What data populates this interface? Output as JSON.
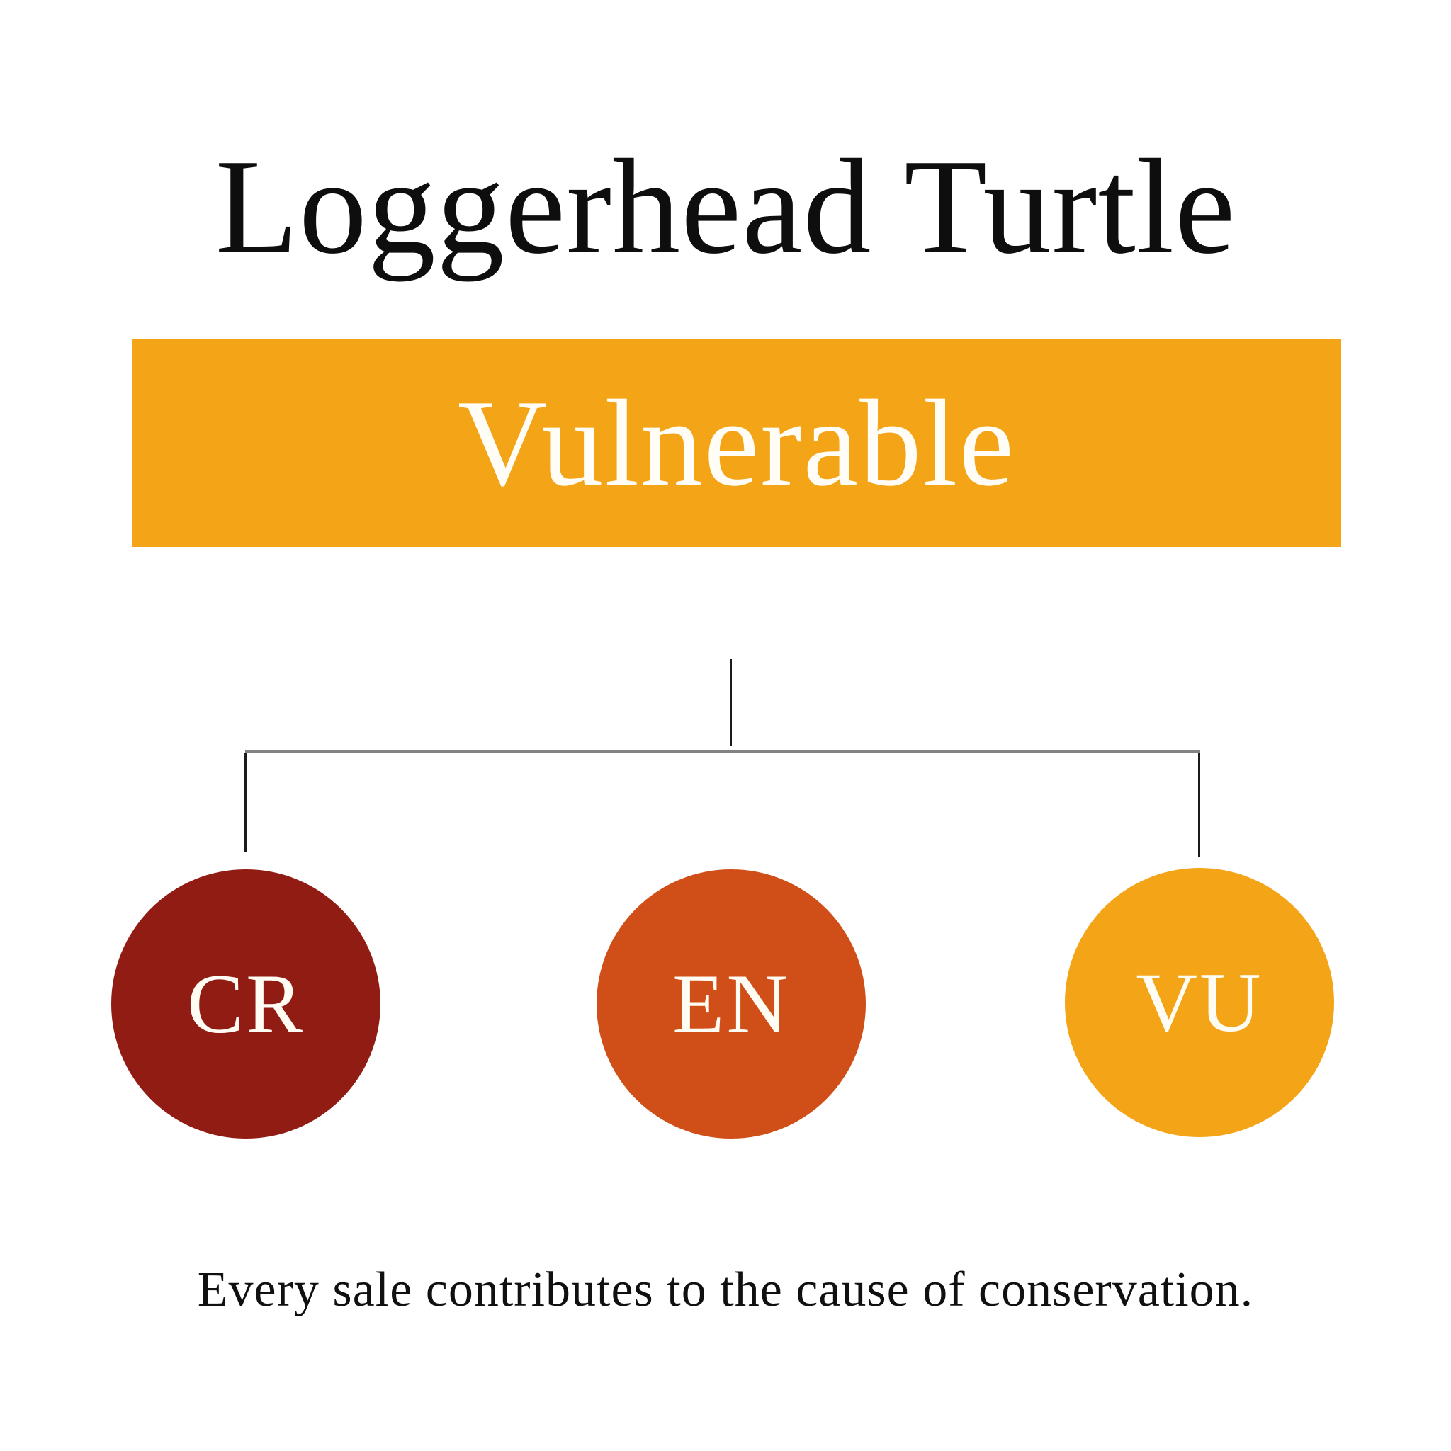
{
  "title": "Loggerhead Turtle",
  "status_banner": {
    "label": "Vulnerable",
    "background_color": "#F4A417",
    "text_color": "#FFFDF6"
  },
  "iucn_scale": {
    "categories": [
      {
        "code": "CR",
        "color": "#911C14"
      },
      {
        "code": "EN",
        "color": "#D04E17"
      },
      {
        "code": "VU",
        "color": "#F4A417"
      }
    ],
    "label_text_color": "#FFFCF4"
  },
  "footer": {
    "text": "Every sale contributes to the cause of conservation."
  }
}
